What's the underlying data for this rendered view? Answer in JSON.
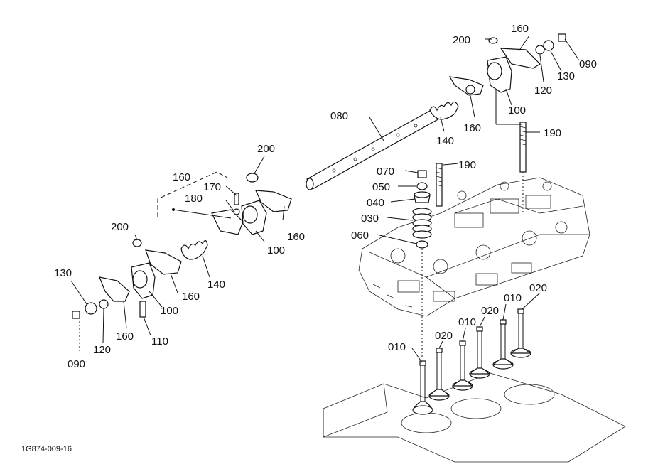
{
  "diagram_code": "1G874-009-16",
  "callouts": [
    {
      "id": "c200a",
      "text": "200"
    },
    {
      "id": "c160a",
      "text": "160"
    },
    {
      "id": "c090a",
      "text": "090"
    },
    {
      "id": "c130a",
      "text": "130"
    },
    {
      "id": "c120a",
      "text": "120"
    },
    {
      "id": "c100a",
      "text": "100"
    },
    {
      "id": "c160b",
      "text": "160"
    },
    {
      "id": "c140a",
      "text": "140"
    },
    {
      "id": "c080",
      "text": "080"
    },
    {
      "id": "c190a",
      "text": "190"
    },
    {
      "id": "c190b",
      "text": "190"
    },
    {
      "id": "c200b",
      "text": "200"
    },
    {
      "id": "c070",
      "text": "070"
    },
    {
      "id": "c050",
      "text": "050"
    },
    {
      "id": "c040",
      "text": "040"
    },
    {
      "id": "c030",
      "text": "030"
    },
    {
      "id": "c060",
      "text": "060"
    },
    {
      "id": "c160c",
      "text": "160"
    },
    {
      "id": "c180",
      "text": "180"
    },
    {
      "id": "c170",
      "text": "170"
    },
    {
      "id": "c160d",
      "text": "160"
    },
    {
      "id": "c100b",
      "text": "100"
    },
    {
      "id": "c200c",
      "text": "200"
    },
    {
      "id": "c140b",
      "text": "140"
    },
    {
      "id": "c160e",
      "text": "160"
    },
    {
      "id": "c130b",
      "text": "130"
    },
    {
      "id": "c100c",
      "text": "100"
    },
    {
      "id": "c160f",
      "text": "160"
    },
    {
      "id": "c110",
      "text": "110"
    },
    {
      "id": "c120b",
      "text": "120"
    },
    {
      "id": "c090b",
      "text": "090"
    },
    {
      "id": "c010a",
      "text": "010"
    },
    {
      "id": "c020a",
      "text": "020"
    },
    {
      "id": "c010b",
      "text": "010"
    },
    {
      "id": "c020b",
      "text": "020"
    },
    {
      "id": "c010c",
      "text": "010"
    },
    {
      "id": "c020c",
      "text": "020"
    }
  ]
}
